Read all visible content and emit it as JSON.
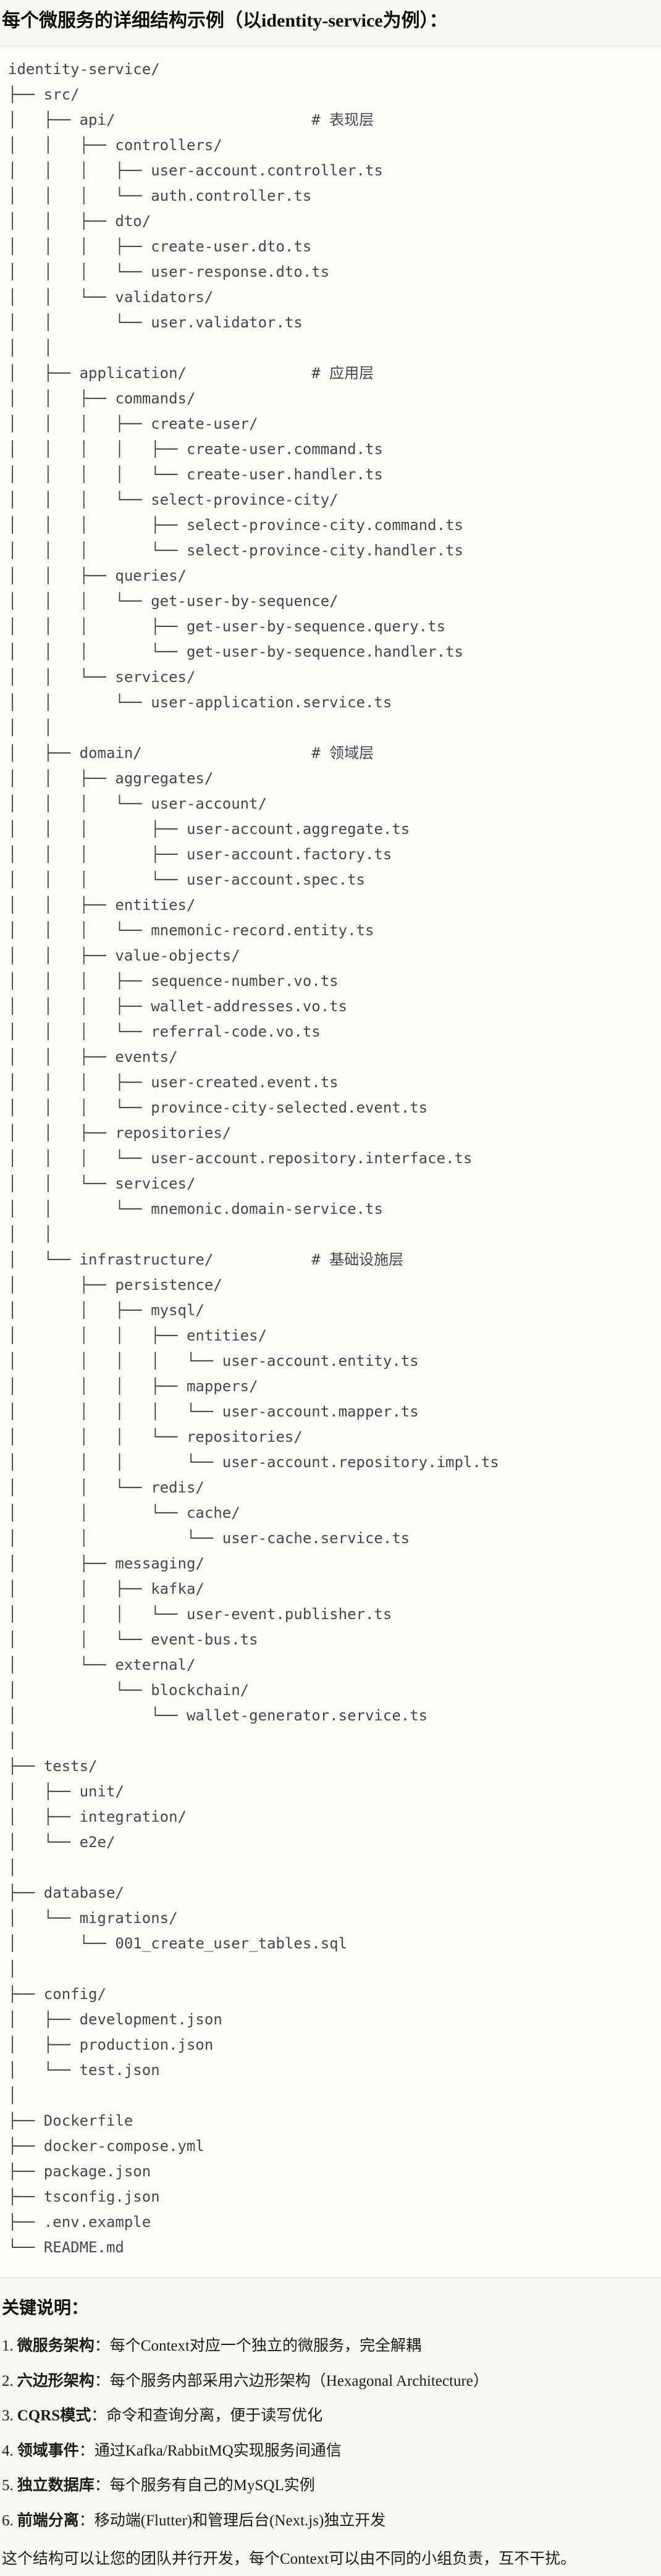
{
  "title": "每个微服务的详细结构示例（以identity-service为例）：",
  "code_block": {
    "language": "plaintext-tree",
    "lines": [
      "identity-service/",
      "├── src/",
      "│   ├── api/                      # 表现层",
      "│   │   ├── controllers/",
      "│   │   │   ├── user-account.controller.ts",
      "│   │   │   └── auth.controller.ts",
      "│   │   ├── dto/",
      "│   │   │   ├── create-user.dto.ts",
      "│   │   │   └── user-response.dto.ts",
      "│   │   └── validators/",
      "│   │       └── user.validator.ts",
      "│   │",
      "│   ├── application/              # 应用层",
      "│   │   ├── commands/",
      "│   │   │   ├── create-user/",
      "│   │   │   │   ├── create-user.command.ts",
      "│   │   │   │   └── create-user.handler.ts",
      "│   │   │   └── select-province-city/",
      "│   │   │       ├── select-province-city.command.ts",
      "│   │   │       └── select-province-city.handler.ts",
      "│   │   ├── queries/",
      "│   │   │   └── get-user-by-sequence/",
      "│   │   │       ├── get-user-by-sequence.query.ts",
      "│   │   │       └── get-user-by-sequence.handler.ts",
      "│   │   └── services/",
      "│   │       └── user-application.service.ts",
      "│   │",
      "│   ├── domain/                   # 领域层",
      "│   │   ├── aggregates/",
      "│   │   │   └── user-account/",
      "│   │   │       ├── user-account.aggregate.ts",
      "│   │   │       ├── user-account.factory.ts",
      "│   │   │       └── user-account.spec.ts",
      "│   │   ├── entities/",
      "│   │   │   └── mnemonic-record.entity.ts",
      "│   │   ├── value-objects/",
      "│   │   │   ├── sequence-number.vo.ts",
      "│   │   │   ├── wallet-addresses.vo.ts",
      "│   │   │   └── referral-code.vo.ts",
      "│   │   ├── events/",
      "│   │   │   ├── user-created.event.ts",
      "│   │   │   └── province-city-selected.event.ts",
      "│   │   ├── repositories/",
      "│   │   │   └── user-account.repository.interface.ts",
      "│   │   └── services/",
      "│   │       └── mnemonic.domain-service.ts",
      "│   │",
      "│   └── infrastructure/           # 基础设施层",
      "│       ├── persistence/",
      "│       │   ├── mysql/",
      "│       │   │   ├── entities/",
      "│       │   │   │   └── user-account.entity.ts",
      "│       │   │   ├── mappers/",
      "│       │   │   │   └── user-account.mapper.ts",
      "│       │   │   └── repositories/",
      "│       │   │       └── user-account.repository.impl.ts",
      "│       │   └── redis/",
      "│       │       └── cache/",
      "│       │           └── user-cache.service.ts",
      "│       ├── messaging/",
      "│       │   ├── kafka/",
      "│       │   │   └── user-event.publisher.ts",
      "│       │   └── event-bus.ts",
      "│       └── external/",
      "│           └── blockchain/",
      "│               └── wallet-generator.service.ts",
      "│",
      "├── tests/",
      "│   ├── unit/",
      "│   ├── integration/",
      "│   └── e2e/",
      "│",
      "├── database/",
      "│   └── migrations/",
      "│       └── 001_create_user_tables.sql",
      "│",
      "├── config/",
      "│   ├── development.json",
      "│   ├── production.json",
      "│   └── test.json",
      "│",
      "├── Dockerfile",
      "├── docker-compose.yml",
      "├── package.json",
      "├── tsconfig.json",
      "├── .env.example",
      "└── README.md"
    ]
  },
  "notes": {
    "heading": "关键说明：",
    "items": [
      {
        "num": "1.",
        "term": "微服务架构",
        "sep": "：",
        "desc": "每个Context对应一个独立的微服务，完全解耦"
      },
      {
        "num": "2.",
        "term": "六边形架构",
        "sep": "：",
        "desc": "每个服务内部采用六边形架构（Hexagonal Architecture）"
      },
      {
        "num": "3.",
        "term": "CQRS模式",
        "sep": "：",
        "desc": "命令和查询分离，便于读写优化"
      },
      {
        "num": "4.",
        "term": "领域事件",
        "sep": "：",
        "desc": "通过Kafka/RabbitMQ实现服务间通信"
      },
      {
        "num": "5.",
        "term": "独立数据库",
        "sep": "：",
        "desc": "每个服务有自己的MySQL实例"
      },
      {
        "num": "6.",
        "term": "前端分离",
        "sep": "：",
        "desc": "移动端(Flutter)和管理后台(Next.js)独立开发"
      }
    ],
    "footer": "这个结构可以让您的团队并行开发，每个Context可以由不同的小组负责，互不干扰。"
  },
  "colors": {
    "page_background": "#f8f6f0",
    "code_background": "#fcfbf8",
    "code_border": "#ddd9cf",
    "code_text": "#43484e",
    "body_text": "#141413"
  }
}
